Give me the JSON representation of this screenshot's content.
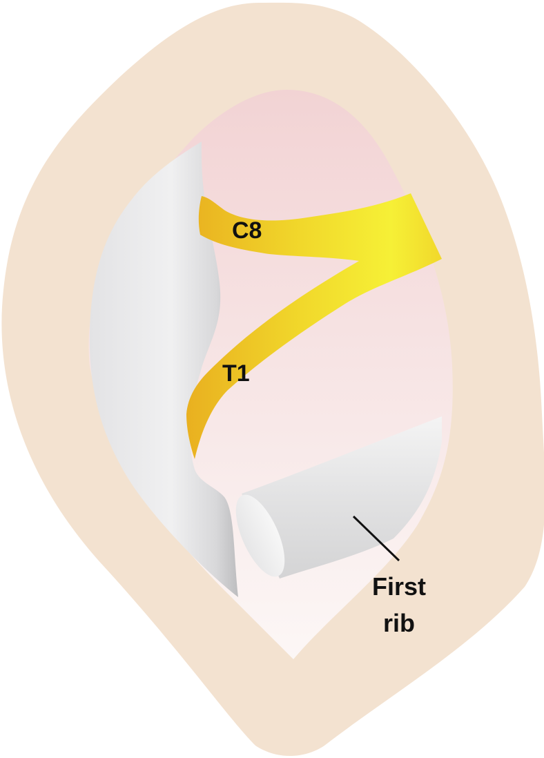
{
  "labels": {
    "c8": "C8",
    "t1": "T1",
    "rib_line1": "First",
    "rib_line2": "rib"
  },
  "colors": {
    "skin": "#f3e2d0",
    "cavity_top": "#f2d3d4",
    "cavity_bottom": "#fcf7f6",
    "nerve_dark": "#e9b020",
    "nerve_mid": "#f1d82b",
    "nerve_bright": "#f6f036",
    "tissue_light": "#f0f0f1",
    "tissue_shadow": "#bdbdbf",
    "rib_light": "#f4f4f4",
    "rib_mid": "#d4d4d5",
    "leader_line": "#111111"
  }
}
